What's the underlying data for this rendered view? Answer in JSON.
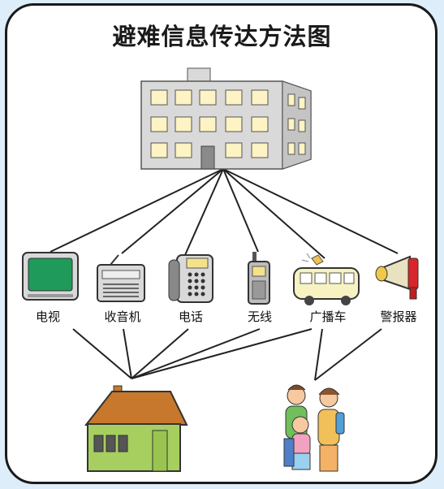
{
  "title": "避难信息传达方法图",
  "source_node": "building-icon",
  "channels": [
    {
      "label": "电视",
      "icon": "tv-icon"
    },
    {
      "label": "收音机",
      "icon": "radio-icon"
    },
    {
      "label": "电话",
      "icon": "telephone-icon"
    },
    {
      "label": "无线",
      "icon": "walkie-talkie-icon"
    },
    {
      "label": "广播车",
      "icon": "broadcast-van-icon"
    },
    {
      "label": "警报器",
      "icon": "siren-megaphone-icon"
    }
  ],
  "targets": [
    {
      "icon": "house-icon"
    },
    {
      "icon": "family-icon"
    }
  ],
  "colors": {
    "frame": "#1a1a1a",
    "background": "#ddeefa",
    "connector": "#222222",
    "building": "#d9d9d9",
    "window": "#fdf3c4",
    "house_wall": "#a6cf5f",
    "house_roof": "#c8782c"
  }
}
